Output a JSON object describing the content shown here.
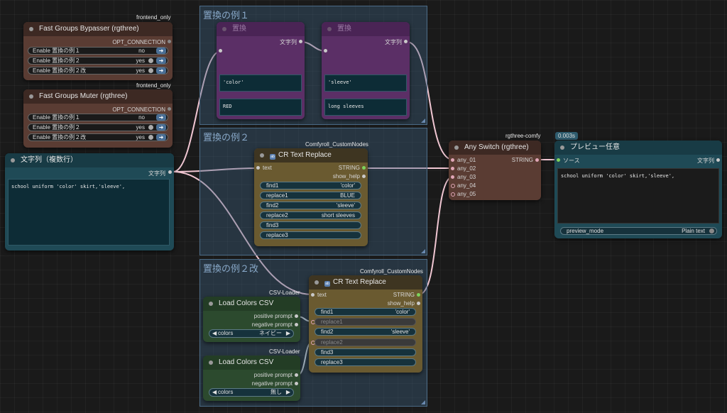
{
  "groups": {
    "g1": "置換の例１",
    "g2": "置換の例２",
    "g3": "置換の例２改"
  },
  "bypasser": {
    "title": "Fast Groups Bypasser (rgthree)",
    "badge": "frontend_only",
    "output": "OPT_CONNECTION",
    "rows": [
      {
        "label": "Enable 置換の例１",
        "value": "no"
      },
      {
        "label": "Enable 置換の例２",
        "value": "yes"
      },
      {
        "label": "Enable 置換の例２改",
        "value": "yes"
      }
    ]
  },
  "muter": {
    "title": "Fast Groups Muter (rgthree)",
    "badge": "frontend_only",
    "output": "OPT_CONNECTION",
    "rows": [
      {
        "label": "Enable 置換の例１",
        "value": "no"
      },
      {
        "label": "Enable 置換の例２",
        "value": "yes"
      },
      {
        "label": "Enable 置換の例２改",
        "value": "yes"
      }
    ]
  },
  "multiline": {
    "title": "文字列（複数行）",
    "output": "文字列",
    "text": "school uniform 'color' skirt,'sleeve',"
  },
  "replace1": {
    "title": "置換",
    "output": "文字列",
    "find": "'color'",
    "replace": "RED"
  },
  "replace2": {
    "title": "置換",
    "output": "文字列",
    "find": "'sleeve'",
    "replace": "long sleeves"
  },
  "cr1": {
    "title": "CR Text Replace",
    "badge": "Comfyroll_CustomNodes",
    "input": "text",
    "outputs": [
      "STRING",
      "show_help"
    ],
    "widgets": [
      {
        "label": "find1",
        "value": "'color'"
      },
      {
        "label": "replace1",
        "value": "BLUE"
      },
      {
        "label": "find2",
        "value": "'sleeve'"
      },
      {
        "label": "replace2",
        "value": "short sleeves"
      },
      {
        "label": "find3",
        "value": ""
      },
      {
        "label": "replace3",
        "value": ""
      }
    ]
  },
  "cr2": {
    "title": "CR Text Replace",
    "badge": "Comfyroll_CustomNodes",
    "input": "text",
    "outputs": [
      "STRING",
      "show_help"
    ],
    "widgets": [
      {
        "label": "find1",
        "value": "'color'"
      },
      {
        "label": "replace1",
        "value": ""
      },
      {
        "label": "find2",
        "value": "'sleeve'"
      },
      {
        "label": "replace2",
        "value": ""
      },
      {
        "label": "find3",
        "value": ""
      },
      {
        "label": "replace3",
        "value": ""
      }
    ]
  },
  "csv1": {
    "title": "Load Colors CSV",
    "badge": "CSV-Loader",
    "outputs": [
      "positive prompt",
      "negative prompt"
    ],
    "combo_label": "colors",
    "combo_value": "ネイビー"
  },
  "csv2": {
    "title": "Load Colors CSV",
    "badge": "CSV-Loader",
    "outputs": [
      "positive prompt",
      "negative prompt"
    ],
    "combo_label": "colors",
    "combo_value": "無し"
  },
  "switch": {
    "title": "Any Switch (rgthree)",
    "badge": "rgthree-comfy",
    "inputs": [
      "any_01",
      "any_02",
      "any_03",
      "any_04",
      "any_05"
    ],
    "output": "STRING"
  },
  "preview": {
    "title": "プレビュー任意",
    "badge": "0.003s",
    "input": "ソース",
    "output": "文字列",
    "text": "school uniform 'color' skirt,'sleeve',",
    "mode_label": "preview_mode",
    "mode_value": "Plain text"
  },
  "colors": {
    "link_pink": "#f0c6d2",
    "link_white": "#d9d9d9",
    "group_border": "#4a6a86"
  }
}
